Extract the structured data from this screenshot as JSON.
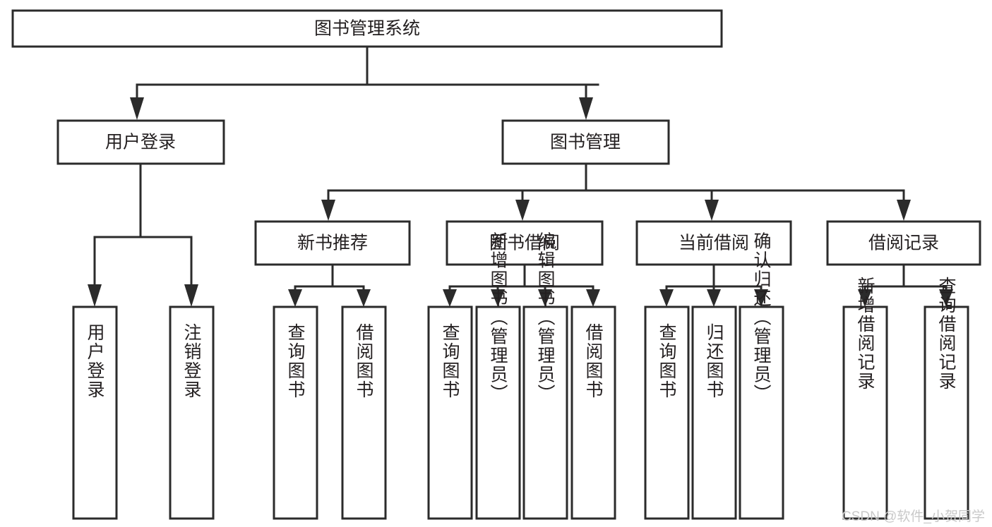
{
  "diagram": {
    "title": "图书管理系统",
    "type": "hierarchy-tree",
    "root": {
      "id": "root",
      "label": "图书管理系统"
    },
    "level2": [
      {
        "id": "user-login",
        "label": "用户登录"
      },
      {
        "id": "book-manage",
        "label": "图书管理"
      }
    ],
    "level3": [
      {
        "id": "new-book-recommend",
        "label": "新书推荐",
        "parent": "book-manage"
      },
      {
        "id": "book-borrow",
        "label": "图书借阅",
        "parent": "book-manage"
      },
      {
        "id": "current-borrow",
        "label": "当前借阅",
        "parent": "book-manage"
      },
      {
        "id": "borrow-record",
        "label": "借阅记录",
        "parent": "book-manage"
      }
    ],
    "leaves": [
      {
        "id": "leaf-user-login",
        "label": "用户登录",
        "parent": "user-login"
      },
      {
        "id": "leaf-logout-login",
        "label": "注销登录",
        "parent": "user-login"
      },
      {
        "id": "leaf-query-book-1",
        "label": "查询图书",
        "parent": "new-book-recommend"
      },
      {
        "id": "leaf-borrow-book-1",
        "label": "借阅图书",
        "parent": "new-book-recommend"
      },
      {
        "id": "leaf-query-book-2",
        "label": "查询图书",
        "parent": "book-borrow"
      },
      {
        "id": "leaf-add-book",
        "label": "新增图书（管理员）",
        "parent": "book-borrow"
      },
      {
        "id": "leaf-edit-book",
        "label": "编辑图书（管理员）",
        "parent": "book-borrow"
      },
      {
        "id": "leaf-borrow-book-2",
        "label": "借阅图书",
        "parent": "book-borrow"
      },
      {
        "id": "leaf-query-book-3",
        "label": "查询图书",
        "parent": "current-borrow"
      },
      {
        "id": "leaf-return-book",
        "label": "归还图书",
        "parent": "current-borrow"
      },
      {
        "id": "leaf-confirm-return",
        "label": "确认归还（管理员）",
        "parent": "current-borrow"
      },
      {
        "id": "leaf-add-record",
        "label": "新增借阅记录",
        "parent": "borrow-record"
      },
      {
        "id": "leaf-query-record",
        "label": "查询借阅记录",
        "parent": "borrow-record"
      }
    ]
  },
  "watermark": {
    "text": "CSDN @软件_小贺同学"
  },
  "colors": {
    "stroke": "#2b2b2b",
    "box_fill": "#ffffff",
    "text": "#231f20",
    "watermark": "#c9c9c9",
    "background": "#ffffff"
  }
}
